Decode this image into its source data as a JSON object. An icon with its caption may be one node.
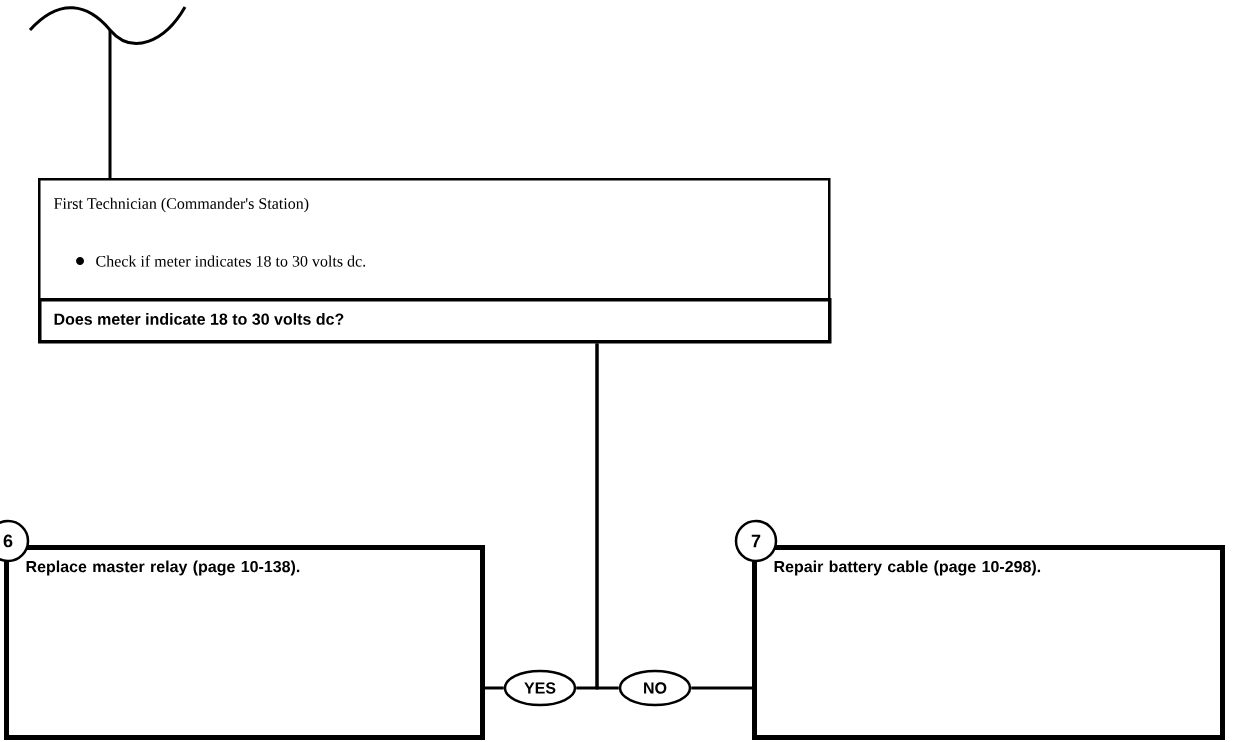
{
  "diagram": {
    "nodes": [
      {
        "text": [
          "First Technician (Commander's Station)",
          "Check if meter indicates 18 to 30 volts dc."
        ]
      },
      {
        "text": [
          "Does meter indicate 18 to 30 volts dc?"
        ]
      },
      {
        "text": [
          "YES"
        ]
      },
      {
        "text": [
          "NO"
        ]
      },
      {
        "text": [
          "Replace master relay (page 10-138)."
        ],
        "beside": [
          "6"
        ]
      },
      {
        "text": [
          "Repair battery cable (page 10-298)."
        ],
        "beside": [
          "7"
        ]
      }
    ],
    "edges": [
      {
        "from": null,
        "to": 0,
        "arrow": "none"
      },
      {
        "from": 1,
        "to": 2,
        "arrow": "none"
      },
      {
        "from": 1,
        "to": 3,
        "arrow": "none"
      },
      {
        "from": 2,
        "to": 4,
        "arrow": "none"
      },
      {
        "from": 3,
        "to": 5,
        "arrow": "none"
      }
    ]
  }
}
